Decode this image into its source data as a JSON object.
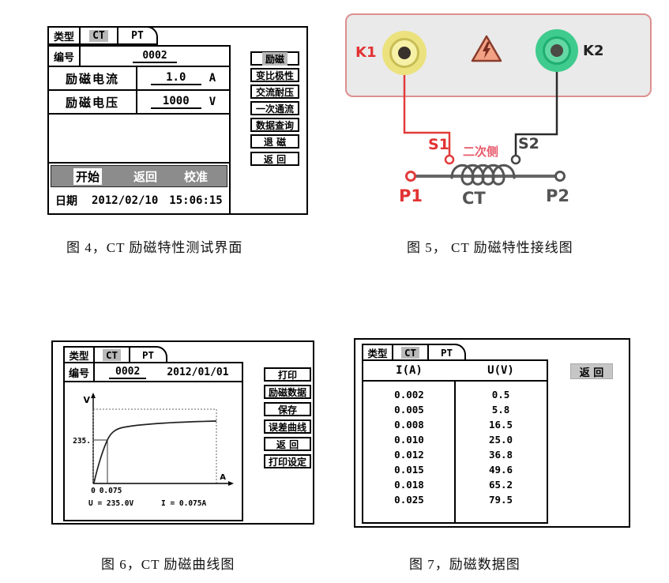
{
  "captions": {
    "fig4": "图 4，CT 励磁特性测试界面",
    "fig5": "图 5， CT 励磁特性接线图",
    "fig6": "图 6，CT 励磁曲线图",
    "fig7": "图 7，励磁数据图"
  },
  "fig4": {
    "type_label": "类型",
    "tab_ct": "CT",
    "tab_pt": "PT",
    "number_label": "编号",
    "number_value": "0002",
    "current_label": "励磁电流",
    "current_value": "1.0",
    "current_unit": "A",
    "voltage_label": "励磁电压",
    "voltage_value": "1000",
    "voltage_unit": "V",
    "action_bar": {
      "start": "开始",
      "back": "返回",
      "calibrate": "校准"
    },
    "date_label": "日期",
    "date_value": "2012/02/10",
    "time_value": "15:06:15",
    "buttons": [
      "励磁",
      "变比极性",
      "交流耐压",
      "一次通流",
      "数据查询",
      "退 磁",
      "返 回"
    ]
  },
  "fig5": {
    "labels": {
      "k1": "K1",
      "k2": "K2",
      "s1": "S1",
      "s2": "S2",
      "p1": "P1",
      "p2": "P2",
      "ct": "CT",
      "secondary_side": "二次侧"
    },
    "colors": {
      "panel_fill": "#eaeaea",
      "panel_border": "#dd8f8f",
      "label_red": "#e23333",
      "wire_red": "#e23b3b",
      "wire_black": "#2a2a2a",
      "jack_yellow": "#ebe27e",
      "jack_green": "#3fcb8d",
      "primary_line": "#666666",
      "dark_label": "#555555",
      "warning_fill": "#f2a184",
      "warning_border": "#8a3d2c"
    }
  },
  "fig6": {
    "type_label": "类型",
    "tab_ct": "CT",
    "tab_pt": "PT",
    "number_label": "编号",
    "number_value": "0002",
    "date_value": "2012/01/01",
    "plot": {
      "y_axis_label": "V",
      "x_axis_label": "A",
      "y_marker": "235.",
      "x_origin": "0",
      "x_marker": "0.075",
      "u_readout": "U = 235.0V",
      "i_readout": "I = 0.075A"
    },
    "buttons": [
      "打印",
      "励磁数据",
      "保存",
      "误差曲线",
      "返 回",
      "打印设定"
    ]
  },
  "fig7": {
    "type_label": "类型",
    "tab_ct": "CT",
    "tab_pt": "PT",
    "back_button": "返 回",
    "table": {
      "headers": [
        "I(A)",
        "U(V)"
      ],
      "rows": [
        [
          "0.002",
          "0.5"
        ],
        [
          "0.005",
          "5.8"
        ],
        [
          "0.008",
          "16.5"
        ],
        [
          "0.010",
          "25.0"
        ],
        [
          "0.012",
          "36.8"
        ],
        [
          "0.015",
          "49.6"
        ],
        [
          "0.018",
          "65.2"
        ],
        [
          "0.025",
          "79.5"
        ]
      ]
    }
  },
  "chart_data": [
    {
      "type": "line",
      "title": "CT 励磁曲线 (excitation saturation curve, 图 6)",
      "xlabel": "A",
      "ylabel": "V",
      "x": [
        0.002,
        0.005,
        0.008,
        0.01,
        0.012,
        0.015,
        0.018,
        0.025,
        0.075
      ],
      "y": [
        0.5,
        5.8,
        16.5,
        25.0,
        36.8,
        49.6,
        65.2,
        79.5,
        235.0
      ],
      "marked_point": {
        "x": 0.075,
        "y": 235.0
      },
      "annotations": [
        "235.",
        "0",
        "0.075",
        "U = 235.0V",
        "I = 0.075A"
      ],
      "grid": false,
      "legend": false,
      "note": "Steep rise then saturation; knee marked with guide lines at (0.075 A, 235.0 V); dotted bounding box around plot."
    },
    {
      "type": "table",
      "title": "励磁数据 (图 7)",
      "columns": [
        "I(A)",
        "U(V)"
      ],
      "rows": [
        [
          0.002,
          0.5
        ],
        [
          0.005,
          5.8
        ],
        [
          0.008,
          16.5
        ],
        [
          0.01,
          25.0
        ],
        [
          0.012,
          36.8
        ],
        [
          0.015,
          49.6
        ],
        [
          0.018,
          65.2
        ],
        [
          0.025,
          79.5
        ]
      ]
    }
  ]
}
